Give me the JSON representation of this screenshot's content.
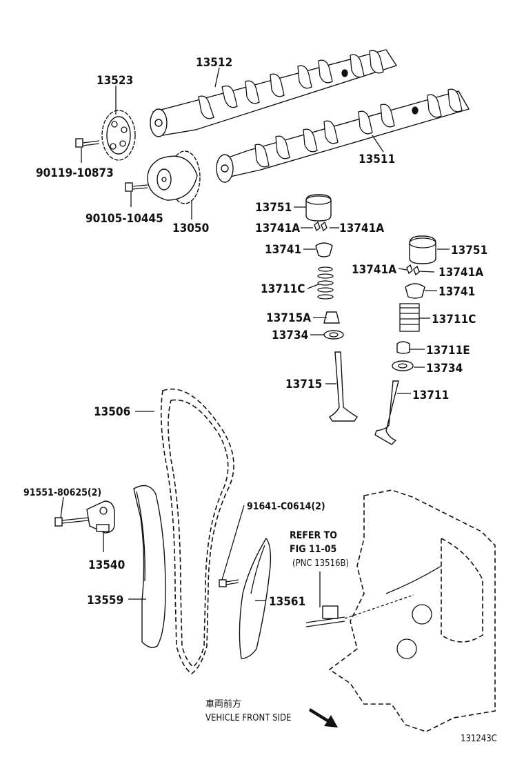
{
  "diagram": {
    "part_labels": {
      "p13512": "13512",
      "p13523": "13523",
      "p13511": "13511",
      "p90119": "90119-10873",
      "p90105": "90105-10445",
      "p13050": "13050",
      "p13751_l": "13751",
      "p13741a_l1": "13741A",
      "p13741a_l2": "13741A",
      "p13741_l": "13741",
      "p13711c_l": "13711C",
      "p13715a": "13715A",
      "p13734_l": "13734",
      "p13715": "13715",
      "p13751_r": "13751",
      "p13741a_r1": "13741A",
      "p13741a_r2": "13741A",
      "p13741_r": "13741",
      "p13711c_r": "13711C",
      "p13711e": "13711E",
      "p13734_r": "13734",
      "p13711": "13711",
      "p13506": "13506",
      "p91551": "91551-80625(2)",
      "p91641": "91641-C0614(2)",
      "p13540": "13540",
      "p13559": "13559",
      "p13561": "13561"
    },
    "refer": {
      "line1": "REFER TO",
      "line2": "FIG 11-05",
      "line3": "(PNC 13516B)"
    },
    "front": {
      "japanese": "車両前方",
      "english": "VEHICLE FRONT SIDE"
    },
    "figure_id": "131243C"
  }
}
